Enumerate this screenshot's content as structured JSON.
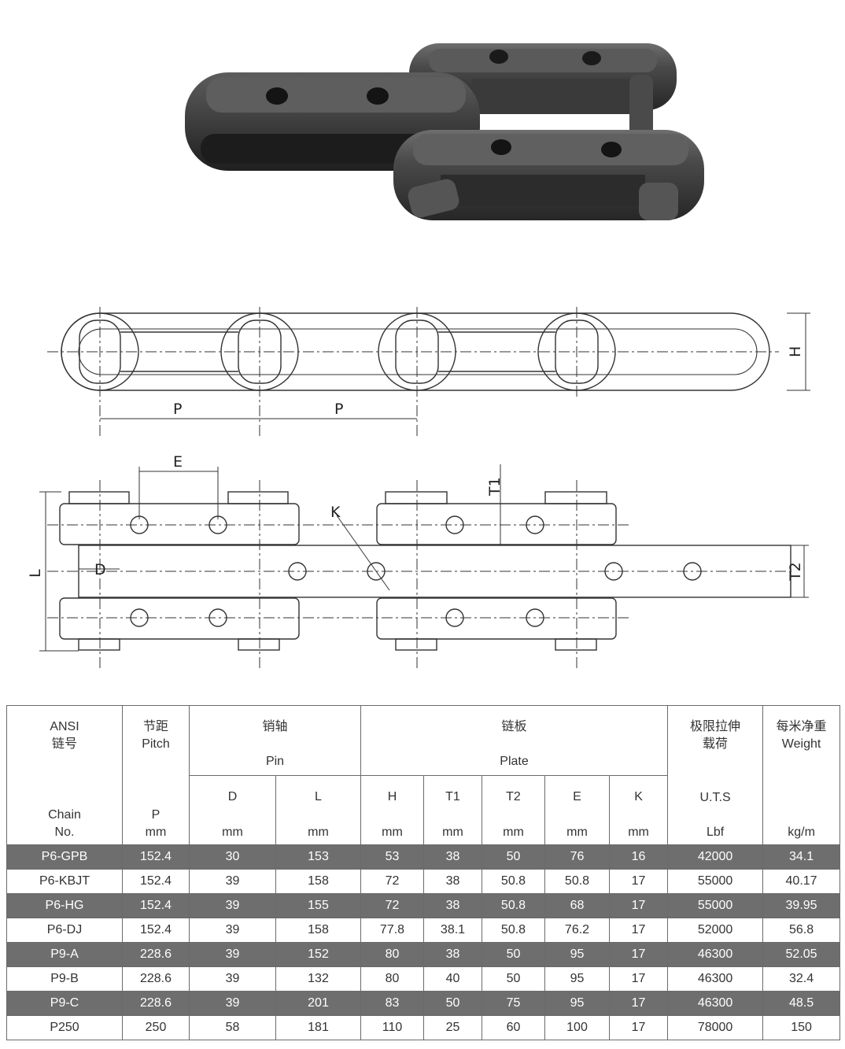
{
  "diagram": {
    "labels": {
      "pitch_1": "P",
      "pitch_2": "P",
      "height": "H",
      "pin_spacing": "E",
      "thickness_inner": "T1",
      "thickness_outer": "T2",
      "pin_dia": "D",
      "pin_length": "L",
      "hole_dia": "K"
    }
  },
  "table": {
    "header": {
      "chain": {
        "top": [
          "ANSI",
          "链号"
        ],
        "bottom": [
          "Chain",
          "No."
        ]
      },
      "pitch": {
        "top": [
          "节距",
          "Pitch"
        ],
        "bottom": [
          "P",
          "mm"
        ]
      },
      "pin_group": {
        "cn": "销轴",
        "en": "Pin"
      },
      "plate_group": {
        "cn": "链板",
        "en": "Plate"
      },
      "uts": {
        "top": [
          "极限拉伸",
          "载荷"
        ],
        "mid": "U.T.S",
        "unit": "Lbf"
      },
      "weight": {
        "top": [
          "每米净重",
          "Weight"
        ],
        "unit": "kg/m"
      },
      "pin_cols": [
        {
          "sym": "D",
          "unit": "mm"
        },
        {
          "sym": "L",
          "unit": "mm"
        }
      ],
      "plate_cols": [
        {
          "sym": "H",
          "unit": "mm"
        },
        {
          "sym": "T1",
          "unit": "mm"
        },
        {
          "sym": "T2",
          "unit": "mm"
        },
        {
          "sym": "E",
          "unit": "mm"
        },
        {
          "sym": "K",
          "unit": "mm"
        }
      ]
    },
    "rows": [
      [
        "P6-GPB",
        "152.4",
        "30",
        "153",
        "53",
        "38",
        "50",
        "76",
        "16",
        "42000",
        "34.1"
      ],
      [
        "P6-KBJT",
        "152.4",
        "39",
        "158",
        "72",
        "38",
        "50.8",
        "50.8",
        "17",
        "55000",
        "40.17"
      ],
      [
        "P6-HG",
        "152.4",
        "39",
        "155",
        "72",
        "38",
        "50.8",
        "68",
        "17",
        "55000",
        "39.95"
      ],
      [
        "P6-DJ",
        "152.4",
        "39",
        "158",
        "77.8",
        "38.1",
        "50.8",
        "76.2",
        "17",
        "52000",
        "56.8"
      ],
      [
        "P9-A",
        "228.6",
        "39",
        "152",
        "80",
        "38",
        "50",
        "95",
        "17",
        "46300",
        "52.05"
      ],
      [
        "P9-B",
        "228.6",
        "39",
        "132",
        "80",
        "40",
        "50",
        "95",
        "17",
        "46300",
        "32.4"
      ],
      [
        "P9-C",
        "228.6",
        "39",
        "201",
        "83",
        "50",
        "75",
        "95",
        "17",
        "46300",
        "48.5"
      ],
      [
        "P250",
        "250",
        "58",
        "181",
        "110",
        "25",
        "60",
        "100",
        "17",
        "78000",
        "150"
      ]
    ]
  }
}
